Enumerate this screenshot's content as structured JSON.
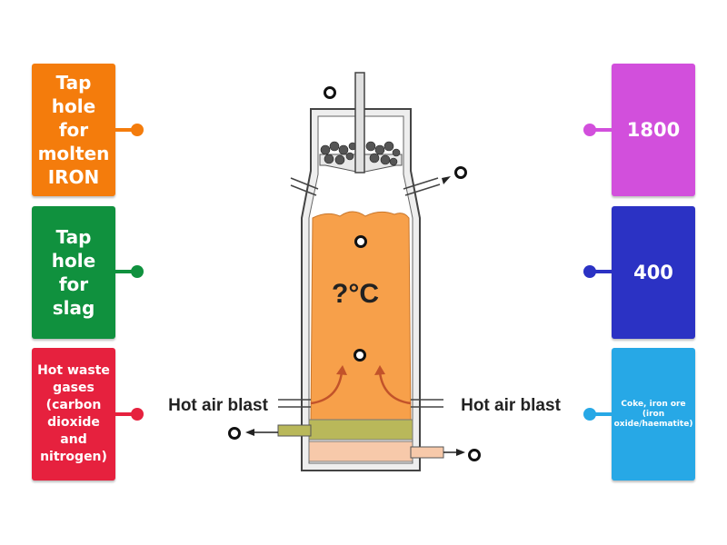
{
  "left_cards": [
    {
      "text": "Tap hole for molten IRON",
      "color": "#f47c0c"
    },
    {
      "text": "Tap hole for slag",
      "color": "#10913e"
    },
    {
      "text": "Hot waste gases (carbon dioxide and nitrogen)",
      "color": "#e6213e"
    }
  ],
  "right_cards": [
    {
      "text": "1800",
      "color": "#d24fdc"
    },
    {
      "text": "400",
      "color": "#2b32c4"
    },
    {
      "text": "Coke, iron ore (iron oxide/haematite)",
      "color": "#27a8e6"
    }
  ],
  "diagram": {
    "temperature_label": "?°C",
    "left_blast_label": "Hot air blast",
    "right_blast_label": "Hot air blast"
  }
}
